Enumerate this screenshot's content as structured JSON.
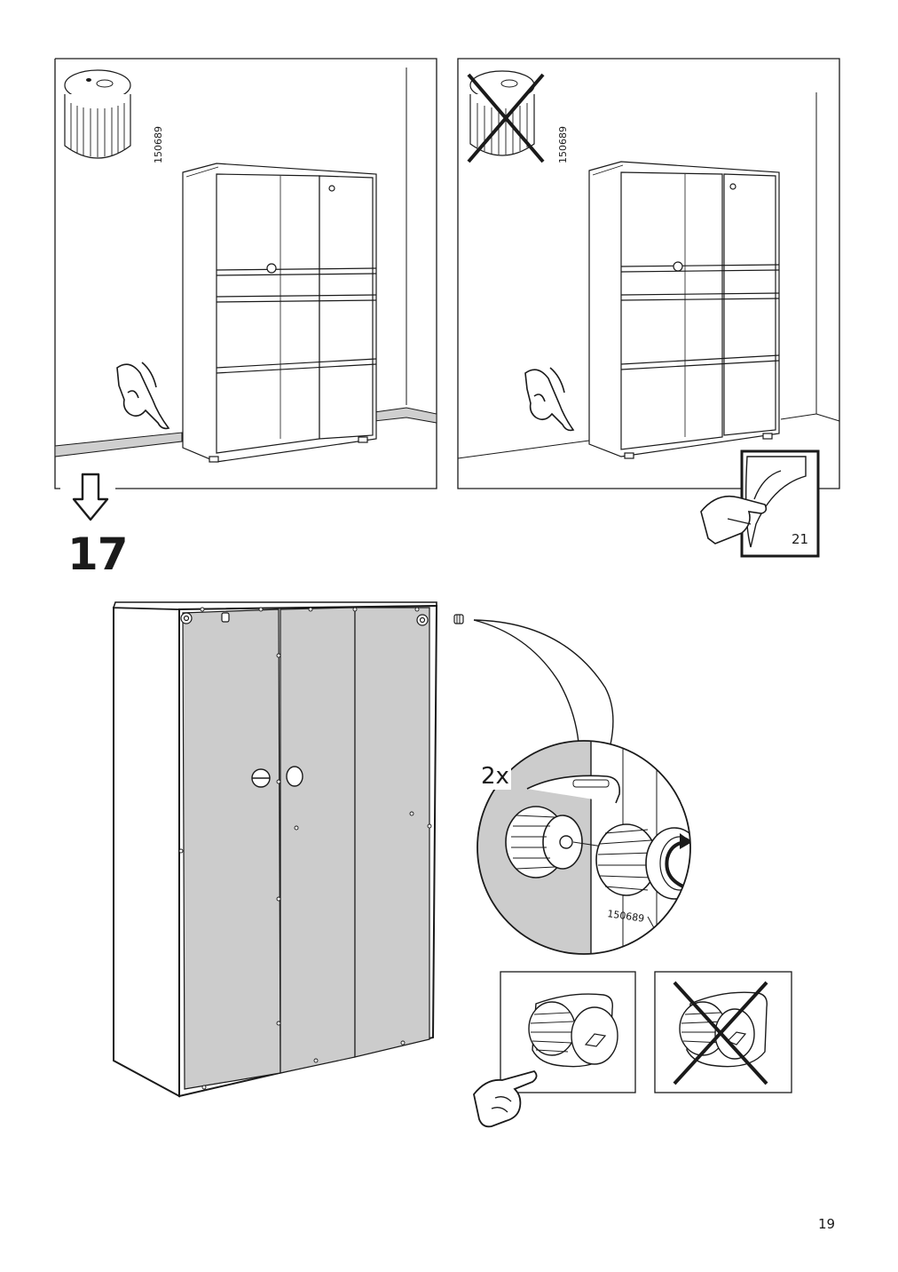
{
  "page": {
    "number": "19"
  },
  "panels": {
    "correct": {
      "part_number": "150689"
    },
    "incorrect": {
      "part_number": "150689"
    },
    "page_ref": "21"
  },
  "step": {
    "number": "17",
    "quantity": "2x",
    "part_number": "150689"
  }
}
